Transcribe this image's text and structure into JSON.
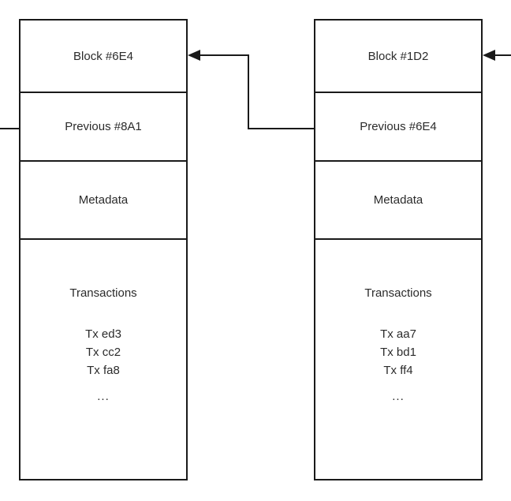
{
  "diagram": {
    "title": "Blockchain block linkage diagram",
    "stroke_color": "#1a1a1a",
    "text_color": "#2b2b2b",
    "background_color": "#ffffff"
  },
  "blocks": [
    {
      "id": "block-6e4",
      "header": "Block #6E4",
      "previous": "Previous #8A1",
      "metadata": "Metadata",
      "transactions_title": "Transactions",
      "transactions": [
        "Tx ed3",
        "Tx cc2",
        "Tx fa8"
      ],
      "transactions_more": "..."
    },
    {
      "id": "block-1d2",
      "header": "Block #1D2",
      "previous": "Previous #6E4",
      "metadata": "Metadata",
      "transactions_title": "Transactions",
      "transactions": [
        "Tx aa7",
        "Tx bd1",
        "Tx ff4"
      ],
      "transactions_more": "..."
    }
  ],
  "connectors": [
    {
      "name": "link-1d2-to-6e4",
      "from": "block-1d2.previous",
      "to": "block-6e4.header",
      "shape": "elbow",
      "arrowhead": "left"
    },
    {
      "name": "link-incoming-right",
      "from": "off-screen-right",
      "to": "block-1d2.header",
      "shape": "straight",
      "arrowhead": "left"
    },
    {
      "name": "link-outgoing-left",
      "from": "block-6e4.previous",
      "to": "off-screen-left",
      "shape": "straight",
      "arrowhead": "none"
    }
  ]
}
